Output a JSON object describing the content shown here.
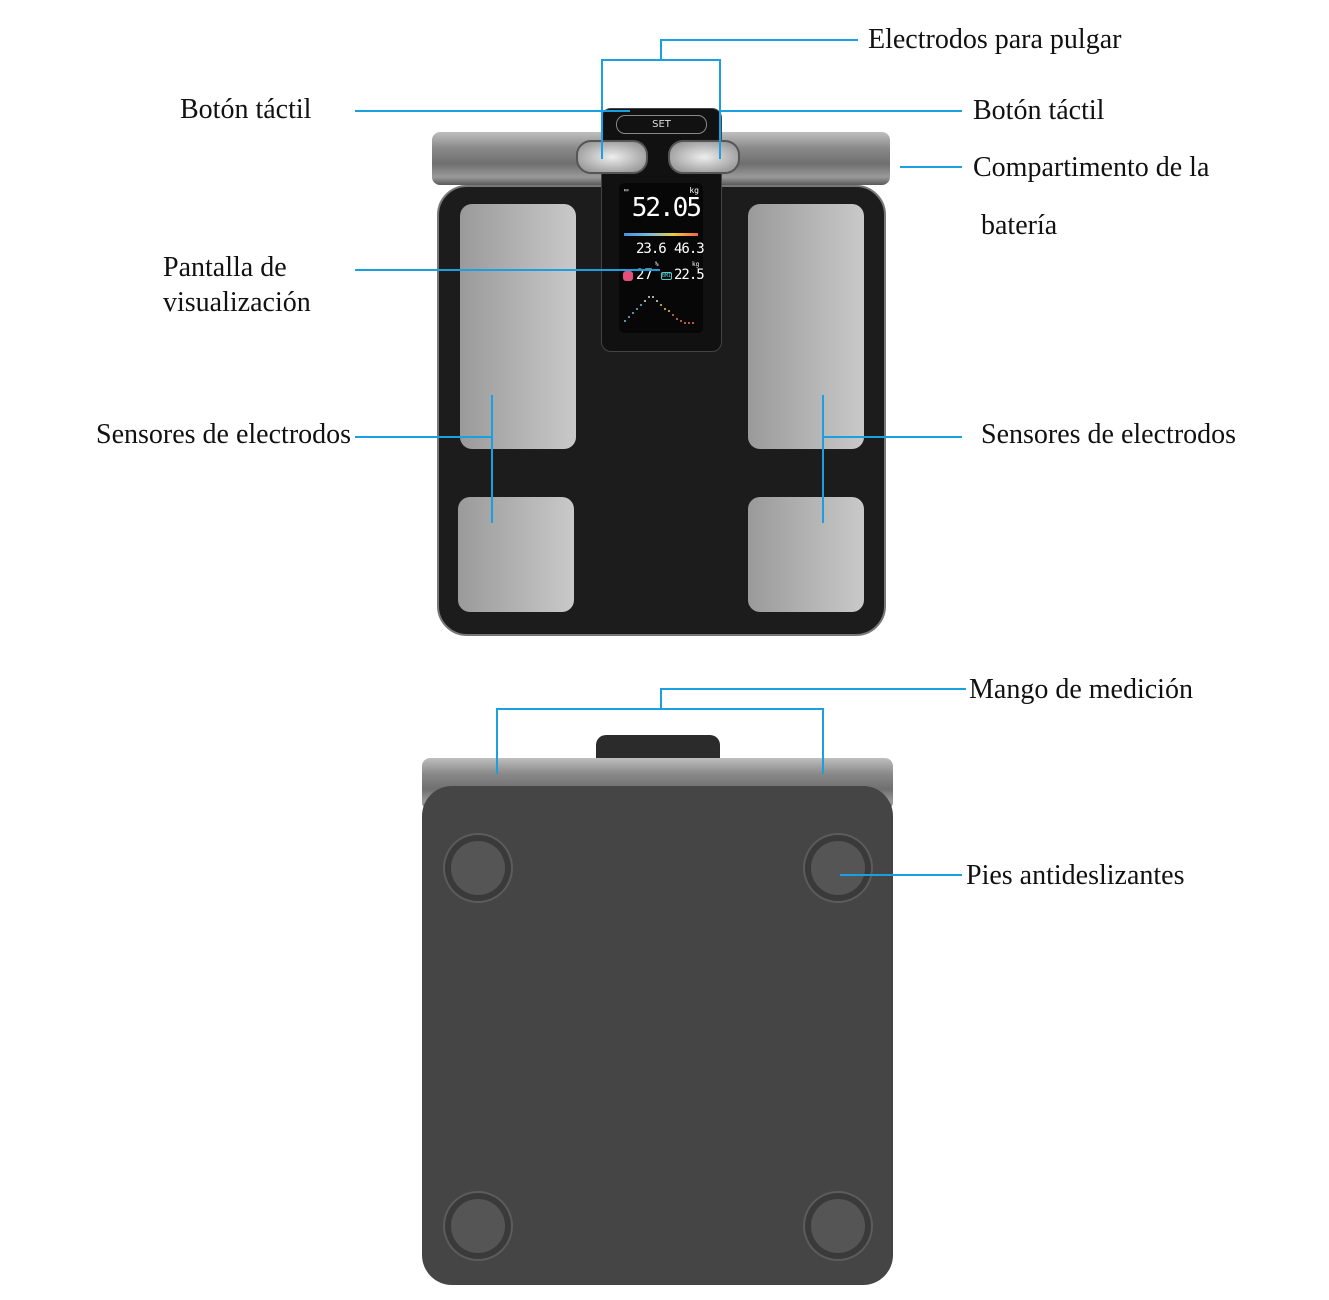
{
  "labels": {
    "thumb_electrodes": "Electrodos para pulgar",
    "touch_button_left": "Botón táctil",
    "touch_button_right": "Botón táctil",
    "battery_line1": "Compartimento de la",
    "battery_line2": "batería",
    "display_line1": "Pantalla de",
    "display_line2": "visualización",
    "sensors_left": "Sensores de electrodos",
    "sensors_right": "Sensores de electrodos",
    "handle": "Mango de medición",
    "feet": "Pies antideslizantes"
  },
  "display": {
    "set_label": "SET",
    "weight": "52.05",
    "weight_unit": "kg",
    "body_fat": "23.6",
    "body_fat_unit": "%",
    "muscle": "46.3",
    "muscle_unit": "kg",
    "visceral": "27",
    "bmi_label": "BMI",
    "bmi": "22.5"
  },
  "colors": {
    "callout": "#1a9fe0"
  }
}
